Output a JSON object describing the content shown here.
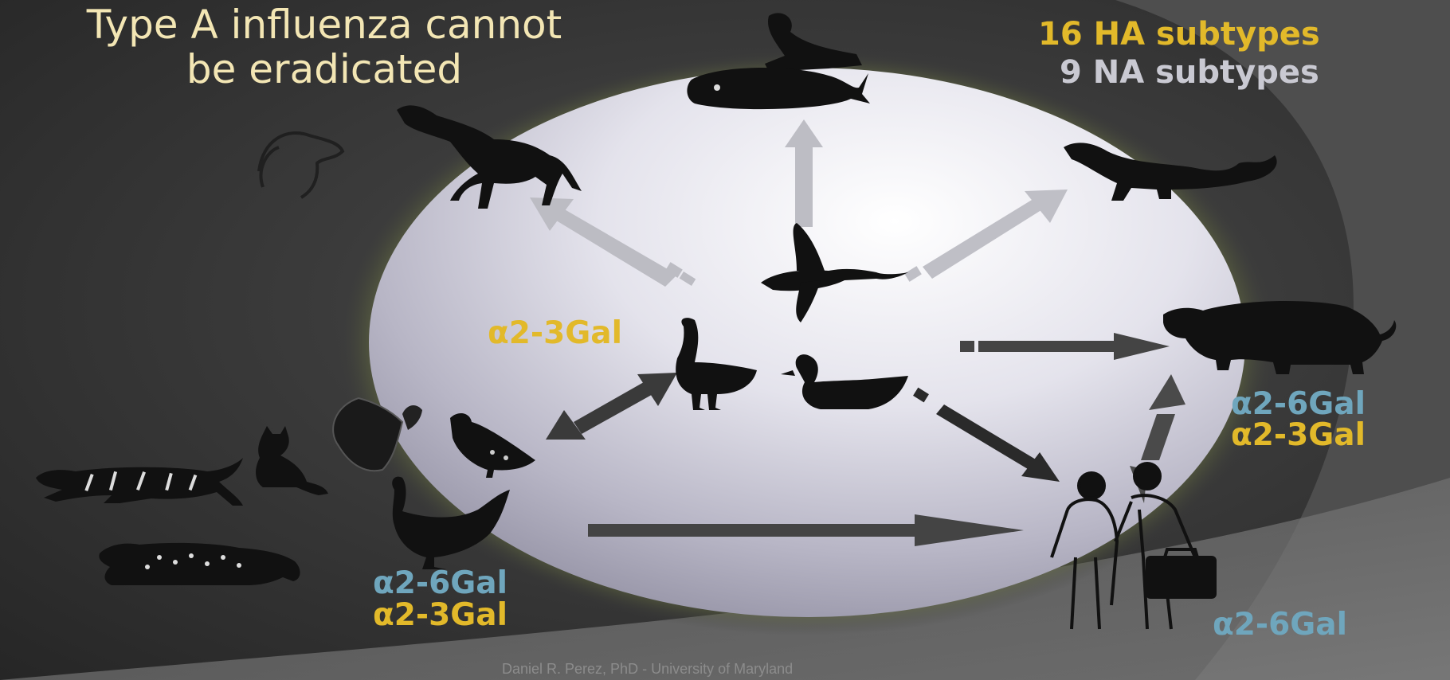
{
  "slide": {
    "title_line1": "Type A influenza  cannot",
    "title_line2": "be eradicated",
    "ha_subtypes": "16 HA subtypes",
    "na_subtypes": "9 NA subtypes",
    "footer": "Daniel R. Perez, PhD - University of Maryland"
  },
  "receptors": {
    "center_left": "α2-3Gal",
    "pig_a26": "α2-6Gal",
    "pig_a23": "α2-3Gal",
    "poultry_a26": "α2-6Gal",
    "poultry_a23": "α2-3Gal",
    "human_a26": "α2-6Gal"
  },
  "colors": {
    "title": "#f3e6b4",
    "gold": "#e2b92a",
    "blue": "#6fa6bd",
    "grey_text": "#c9c9d2",
    "circle_glow": "#6d7a3a"
  },
  "icons": [
    "sea-lion-icon",
    "whale-icon",
    "dog-icon",
    "horse-icon",
    "ferret-icon",
    "goose-flying-icon",
    "goose-icon",
    "duck-icon",
    "pig-icon",
    "tiger-icon",
    "cat-icon",
    "leopard-icon",
    "turkey-icon",
    "quail-icon",
    "chicken-icon",
    "humans-icon"
  ]
}
